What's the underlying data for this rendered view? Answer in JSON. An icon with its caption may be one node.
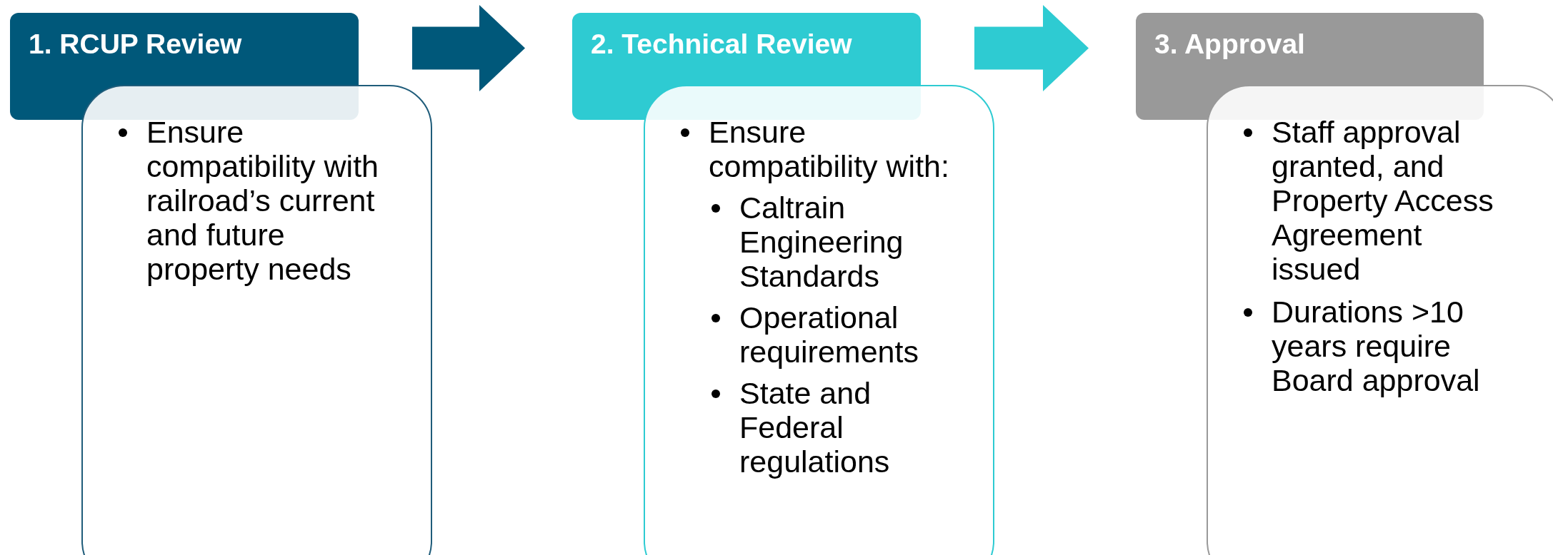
{
  "diagram": {
    "nodes": [
      {
        "text": [
          "1. RCUP Review"
        ]
      },
      {
        "text": [
          "Ensure compatibility with railroad’s current and future property needs"
        ]
      },
      {
        "text": [
          "2. Technical Review"
        ]
      },
      {
        "text": [
          "Ensure compatibility with:",
          "Caltrain Engineering Standards",
          "Operational requirements",
          "State and Federal regulations"
        ]
      },
      {
        "text": [
          "3. Approval"
        ]
      },
      {
        "text": [
          "Staff approval granted, and Property Access Agreement issued",
          "Durations >10 years require Board approval"
        ]
      }
    ],
    "edges": [
      {
        "from": 0,
        "to": 2,
        "arrow": "to"
      },
      {
        "from": 2,
        "to": 4,
        "arrow": "to"
      }
    ]
  }
}
